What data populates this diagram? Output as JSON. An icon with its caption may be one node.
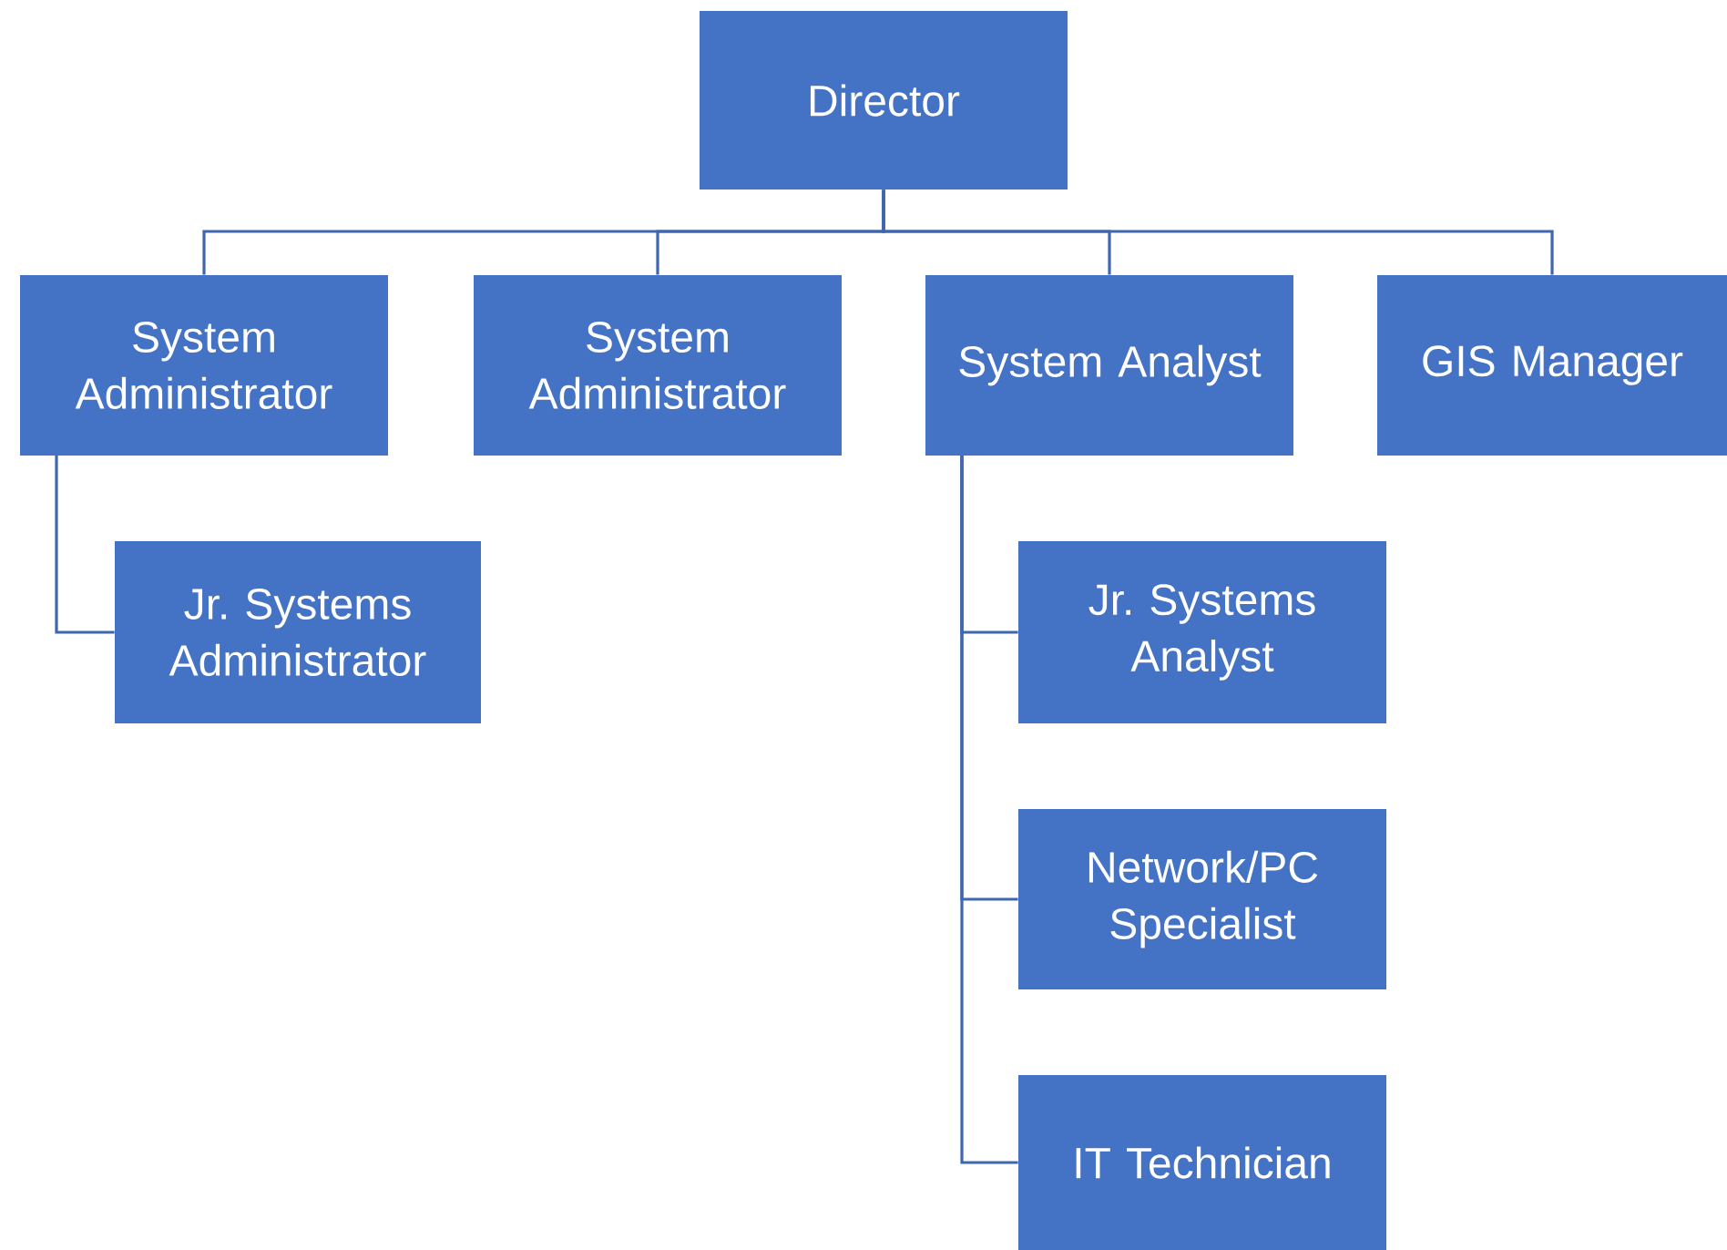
{
  "diagram": {
    "nodes": [
      {
        "text": [
          "Director"
        ]
      },
      {
        "text": [
          "System Administrator"
        ]
      },
      {
        "text": [
          "System Administrator"
        ]
      },
      {
        "text": [
          "System Analyst"
        ]
      },
      {
        "text": [
          "GIS Manager"
        ]
      },
      {
        "text": [
          "Jr. Systems Administrator"
        ]
      },
      {
        "text": [
          "Jr. Systems Analyst"
        ]
      },
      {
        "text": [
          "Network/PC Specialist"
        ]
      },
      {
        "text": [
          "IT Technician"
        ]
      }
    ],
    "edges": [
      {
        "from": 0,
        "to": 1,
        "arrow": "none"
      },
      {
        "from": 0,
        "to": 2,
        "arrow": "none"
      },
      {
        "from": 0,
        "to": 3,
        "arrow": "none"
      },
      {
        "from": 0,
        "to": 4,
        "arrow": "none"
      },
      {
        "from": 1,
        "to": 5,
        "arrow": "none"
      },
      {
        "from": 3,
        "to": 6,
        "arrow": "none"
      },
      {
        "from": 3,
        "to": 7,
        "arrow": "none"
      },
      {
        "from": 3,
        "to": 8,
        "arrow": "none"
      }
    ]
  }
}
